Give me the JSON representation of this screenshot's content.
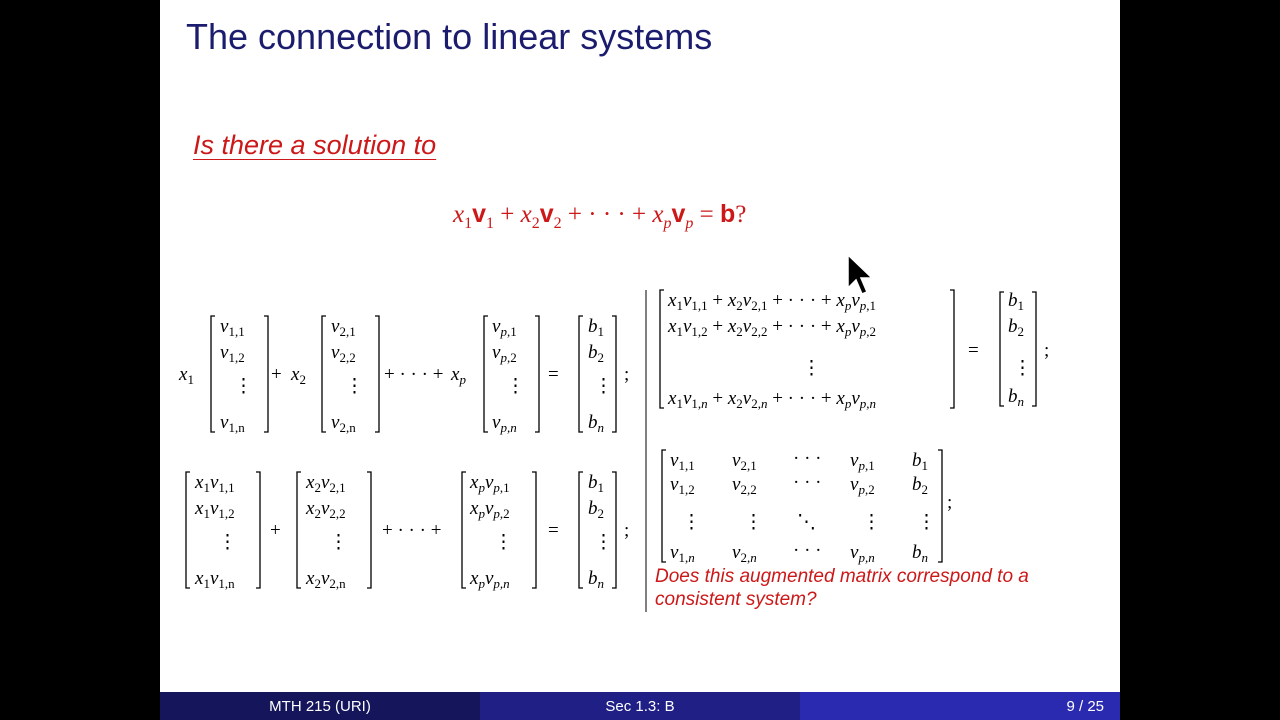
{
  "slide": {
    "title": "The connection to linear systems",
    "question": "Is there a solution to",
    "main_equation": {
      "lhs": "x1v1 + x2v2 + · · · + xpvp",
      "rhs": "b",
      "q": "?"
    },
    "vector_eq": {
      "coeffs": [
        "x1",
        "x2",
        "xp"
      ],
      "cols": [
        [
          "v1,1",
          "v1,2",
          "⋮",
          "v1,n"
        ],
        [
          "v2,1",
          "v2,2",
          "⋮",
          "v2,n"
        ],
        [
          "vp,1",
          "vp,2",
          "⋮",
          "vp,n"
        ]
      ],
      "rhs": [
        "b1",
        "b2",
        "⋮",
        "bn"
      ]
    },
    "scaled_eq": {
      "cols": [
        [
          "x1v1,1",
          "x1v1,2",
          "⋮",
          "x1v1,n"
        ],
        [
          "x2v2,1",
          "x2v2,2",
          "⋮",
          "x2v2,n"
        ],
        [
          "xpvp,1",
          "xpvp,2",
          "⋮",
          "xpvp,n"
        ]
      ],
      "rhs": [
        "b1",
        "b2",
        "⋮",
        "bn"
      ]
    },
    "system": {
      "rows": [
        "x1v1,1 + x2v2,1 + · · · + xpvp,1",
        "x1v1,2 + x2v2,2 + · · · + xpvp,2",
        "⋮",
        "x1v1,n + x2v2,n + · · · + xpvp,n"
      ],
      "rhs": [
        "b1",
        "b2",
        "⋮",
        "bn"
      ]
    },
    "augmented": {
      "rows": [
        [
          "v1,1",
          "v2,1",
          "· · ·",
          "vp,1",
          "b1"
        ],
        [
          "v1,2",
          "v2,2",
          "· · ·",
          "vp,2",
          "b2"
        ],
        [
          "⋮",
          "⋮",
          "⋱",
          "⋮",
          "⋮"
        ],
        [
          "v1,n",
          "v2,n",
          "· · ·",
          "vp,n",
          "bn"
        ]
      ]
    },
    "note": "Does this augmented matrix correspond to a consistent system?"
  },
  "footer": {
    "left": "MTH 215  (URI)",
    "center": "Sec 1.3: B",
    "page": "9 / 25"
  },
  "colors": {
    "title": "#1c1c6e",
    "accent_red": "#cc1818",
    "footer_dark": "#15155c",
    "footer_mid": "#1f1f86",
    "footer_light": "#2a2ab0"
  }
}
